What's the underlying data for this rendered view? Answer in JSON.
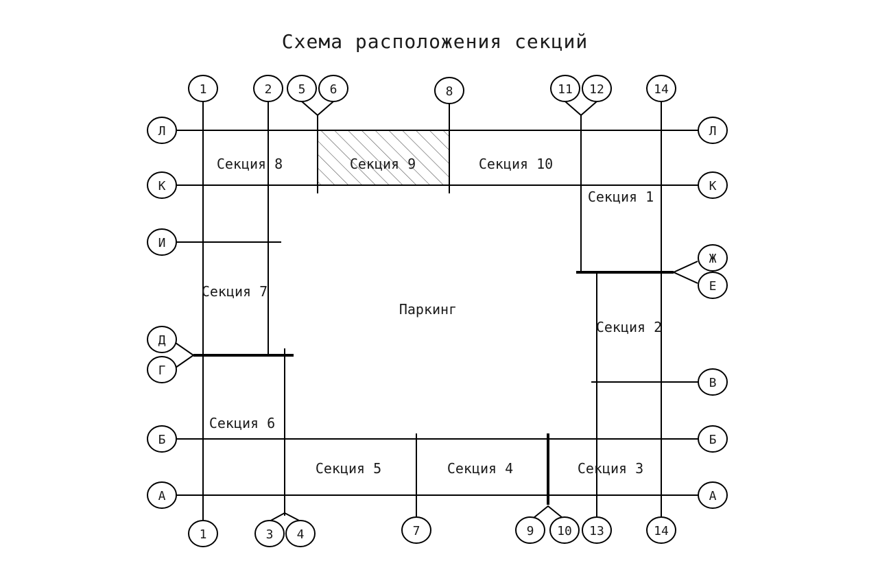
{
  "title": "Схема расположения секций",
  "sections": {
    "s1": "Секция 1",
    "s2": "Секция 2",
    "s3": "Секция 3",
    "s4": "Секция 4",
    "s5": "Секция 5",
    "s6": "Секция 6",
    "s7": "Секция 7",
    "s8": "Секция 8",
    "s9": "Секция 9",
    "s10": "Секция 10",
    "parking": "Паркинг"
  },
  "highlighted_section": "Секция 9",
  "column_axes_top": [
    "1",
    "2",
    "5",
    "6",
    "8",
    "11",
    "12",
    "14"
  ],
  "column_axes_bottom": [
    "1",
    "3",
    "4",
    "7",
    "9",
    "10",
    "13",
    "14"
  ],
  "row_axes_left": [
    "Л",
    "К",
    "И",
    "Д",
    "Г",
    "Б",
    "А"
  ],
  "row_axes_right": [
    "Л",
    "К",
    "Ж",
    "Е",
    "В",
    "Б",
    "А"
  ]
}
